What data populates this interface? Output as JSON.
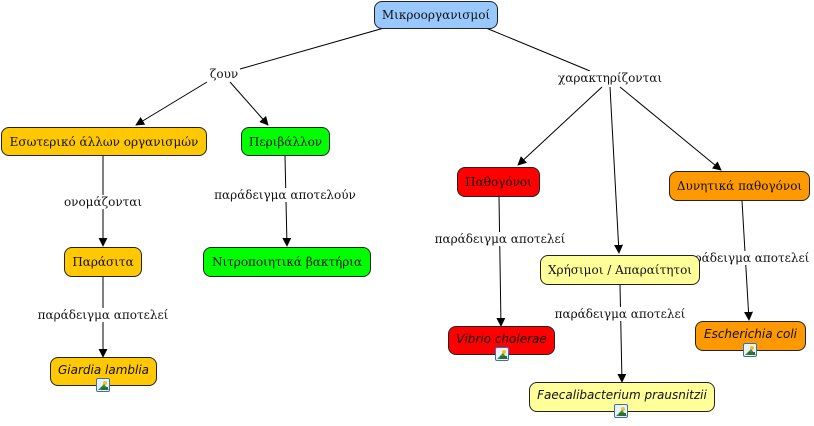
{
  "colors": {
    "root": "#99c8ff",
    "parasite_branch": "#ffc800",
    "environment_branch": "#00ff00",
    "pathogenic": "#ff0000",
    "useful": "#ffff99",
    "opportunistic": "#ff9900",
    "edge": "#000000"
  },
  "nodes": {
    "root": {
      "label": "Μικροοργανισμοί"
    },
    "internal": {
      "label": "Εσωτερικό άλλων οργανισμών"
    },
    "environment": {
      "label": "Περιβάλλον"
    },
    "parasites": {
      "label": "Παράσιτα"
    },
    "nitrifying": {
      "label": "Νιτροποιητικά βακτήρια"
    },
    "giardia": {
      "label": "Giardia lamblia",
      "has_image": true
    },
    "pathogens": {
      "label": "Παθογόνοι"
    },
    "useful": {
      "label": "Χρήσιμοι / Απαραίτητοι"
    },
    "opportunistic": {
      "label": "Δυνητικά παθογόνοι"
    },
    "vibrio": {
      "label": "Vibrio cholerae",
      "has_image": true
    },
    "faecali": {
      "label": "Faecalibacterium prausnitzii",
      "has_image": true
    },
    "ecoli": {
      "label": "Escherichia coli",
      "has_image": true
    }
  },
  "links": {
    "live": "ζουν",
    "characterized": "χαρακτηρίζονται",
    "named": "ονομάζονται",
    "examples_plural": "παράδειγμα αποτελούν",
    "example_parasite": "παράδειγμα αποτελεί",
    "example_pathogen": "παράδειγμα αποτελεί",
    "example_useful": "παράδειγμα αποτελεί",
    "example_opportunistic": "παράδειγμα αποτελεί"
  },
  "icons": {
    "image_attachment": "image-icon"
  }
}
